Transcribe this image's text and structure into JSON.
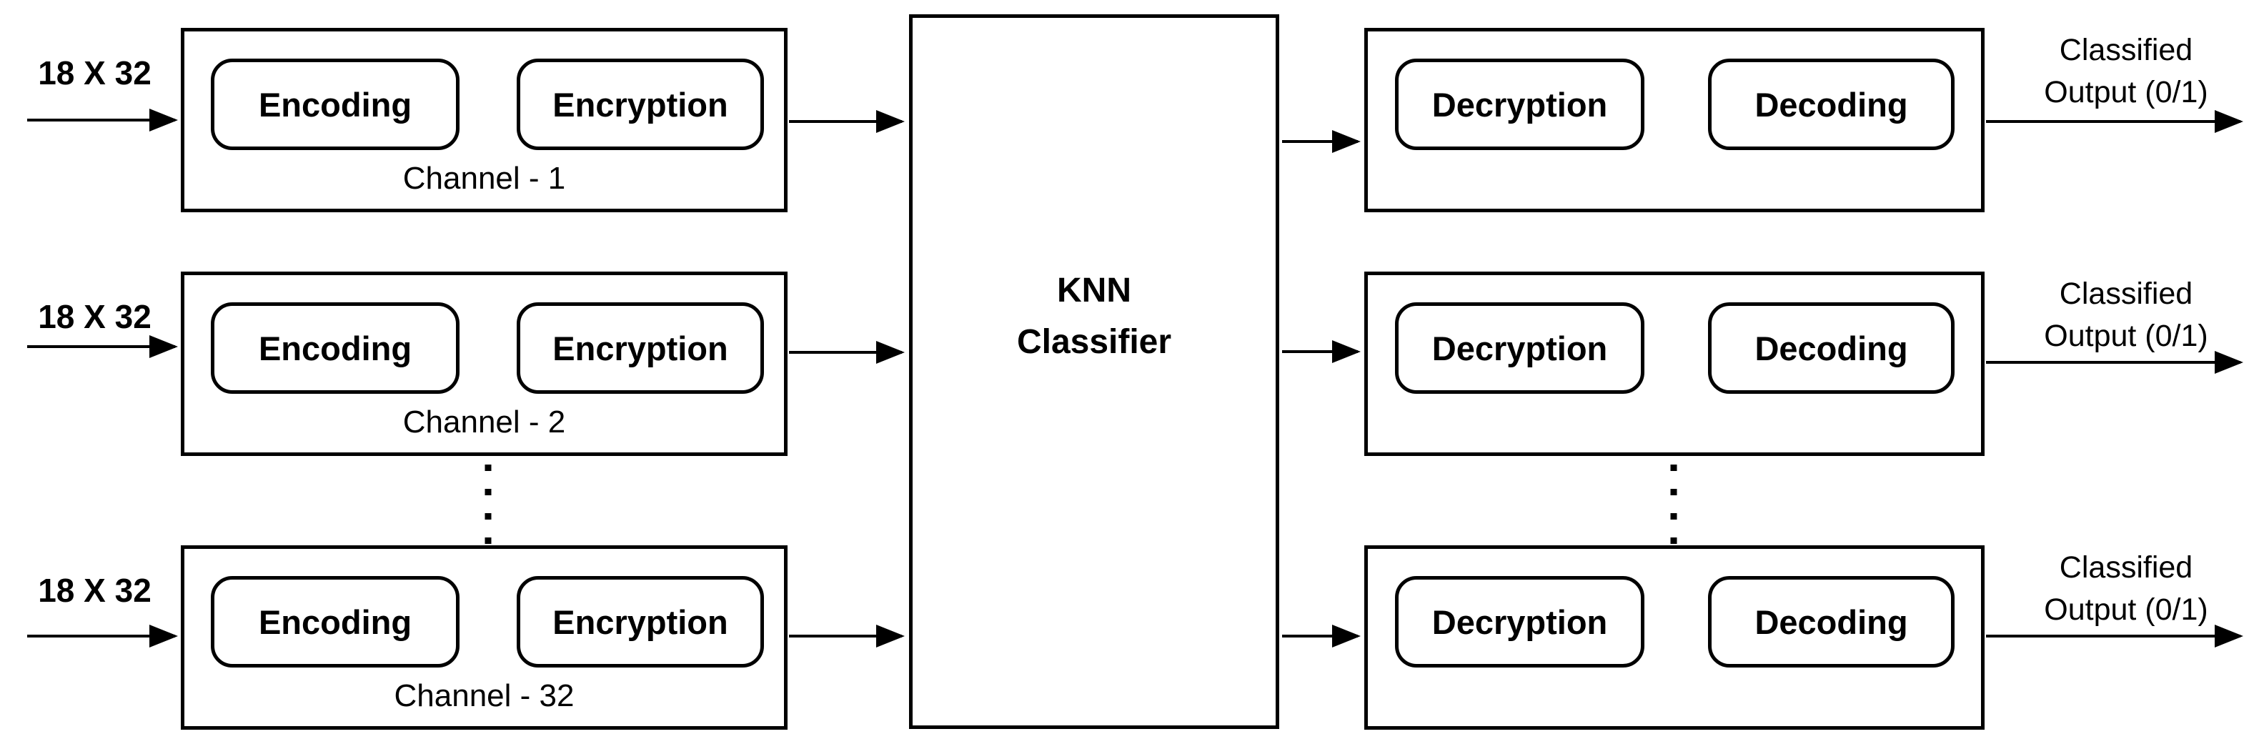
{
  "diagram": {
    "colors": {
      "line": "#000000",
      "background": "#ffffff"
    },
    "channels": [
      {
        "input_label": "18 X 32",
        "encoding": "Encoding",
        "encryption": "Encryption",
        "channel_label": "Channel - 1"
      },
      {
        "input_label": "18 X 32",
        "encoding": "Encoding",
        "encryption": "Encryption",
        "channel_label": "Channel - 2"
      },
      {
        "input_label": "18 X 32",
        "encoding": "Encoding",
        "encryption": "Encryption",
        "channel_label": "Channel - 32"
      }
    ],
    "classifier": {
      "line1": "KNN",
      "line2": "Classifier"
    },
    "outputs": [
      {
        "decryption": "Decryption",
        "decoding": "Decoding",
        "label_line1": "Classified",
        "label_line2": "Output (0/1)"
      },
      {
        "decryption": "Decryption",
        "decoding": "Decoding",
        "label_line1": "Classified",
        "label_line2": "Output (0/1)"
      },
      {
        "decryption": "Decryption",
        "decoding": "Decoding",
        "label_line1": "Classified",
        "label_line2": "Output (0/1)"
      }
    ]
  }
}
